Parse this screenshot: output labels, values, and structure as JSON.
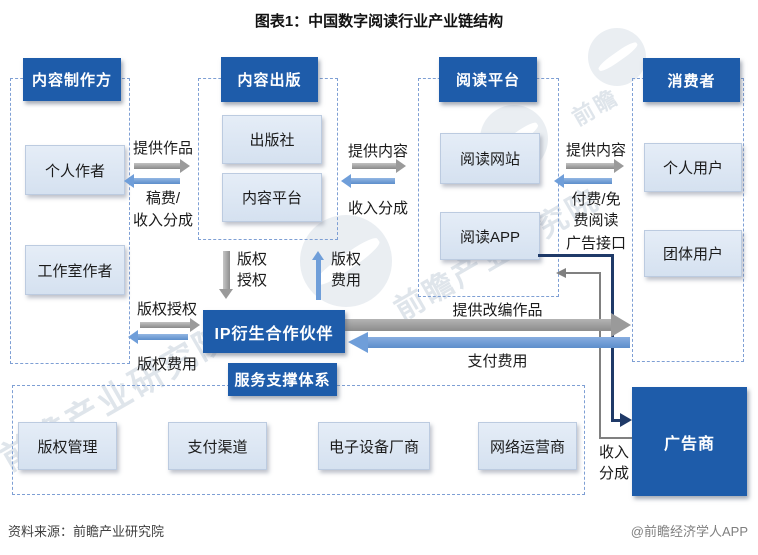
{
  "title": "图表1：中国数字阅读行业产业链结构",
  "columns": [
    {
      "header": "内容制作方",
      "boxes": [
        "个人作者",
        "工作室作者"
      ]
    },
    {
      "header": "内容出版",
      "boxes": [
        "出版社",
        "内容平台"
      ]
    },
    {
      "header": "阅读平台",
      "boxes": [
        "阅读网站",
        "阅读APP"
      ]
    },
    {
      "header": "消费者",
      "boxes": [
        "个人用户",
        "团体用户"
      ]
    }
  ],
  "flows": {
    "creators_to_publishers": "提供作品",
    "publishers_to_creators_line1": "稿费/",
    "publishers_to_creators_line2": "收入分成",
    "publishers_to_platforms": "提供内容",
    "platforms_to_publishers": "收入分成",
    "platforms_to_consumers": "提供内容",
    "consumers_to_platforms_line1": "付费/免",
    "consumers_to_platforms_line2": "费阅读",
    "ad_interface": "广告接口",
    "copyright_license_vertical": "版权授权",
    "copyright_fee_vertical": "版权费用",
    "copyright_license_left": "版权授权",
    "copyright_fee_left": "版权费用",
    "adapted_works": "提供改编作品",
    "pay_fee": "支付费用",
    "revenue_share": "收入分成"
  },
  "ip_partner": "IP衍生合作伙伴",
  "support": {
    "header": "服务支撑体系",
    "boxes": [
      "版权管理",
      "支付渠道",
      "电子设备厂商",
      "网络运营商"
    ]
  },
  "advertiser": "广告商",
  "watermark": {
    "text": "前瞻产业研究院",
    "brand": "前瞻"
  },
  "footer": {
    "source": "资料来源：前瞻产业研究院",
    "credit": "@前瞻经济学人APP"
  },
  "colors": {
    "header_blue": "#1e5caa",
    "box_fill": "#dbe5f2",
    "gray_arrow": "#9a9a9a",
    "blue_arrow": "#6f9ed9",
    "navy_line": "#1f3a68",
    "gray_line": "#808080",
    "dash_border": "#7e9fd4"
  }
}
